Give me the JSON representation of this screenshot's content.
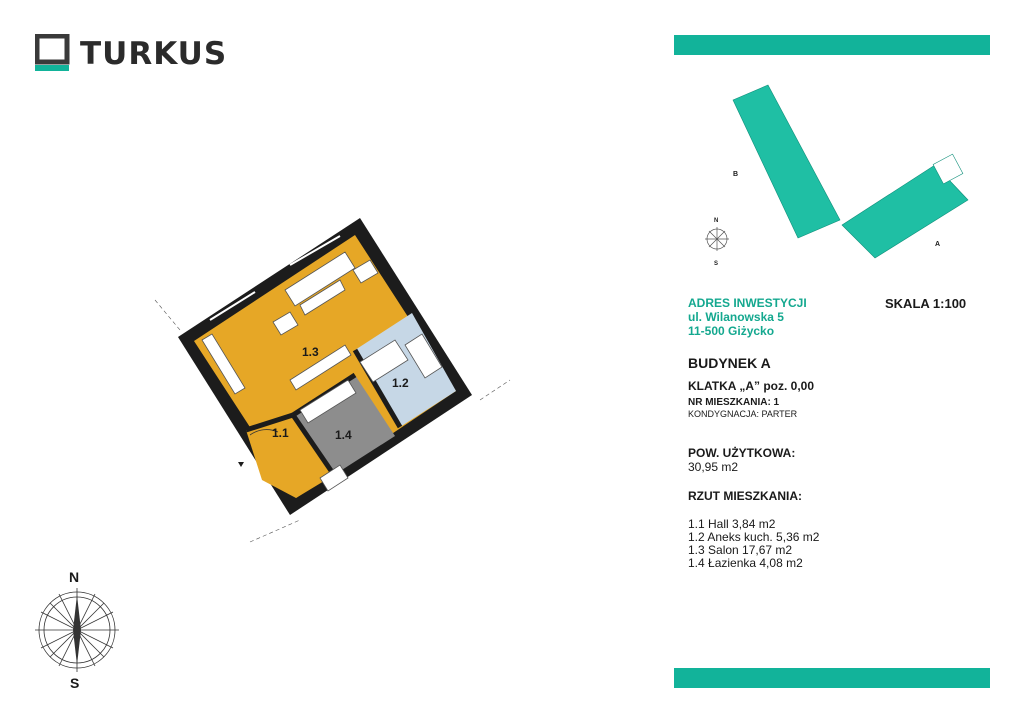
{
  "brand": {
    "name": "TURKUS"
  },
  "address": {
    "heading": "ADRES INWESTYCJI",
    "street": "ul. Wilanowska 5",
    "city": "11-500 Giżycko"
  },
  "scale": "SKALA 1:100",
  "building": "BUDYNEK A",
  "stairwell": "KLATKA „A” poz. 0,00",
  "apartment_no": "NR MIESZKANIA: 1",
  "storey": "KONDYGNACJA: PARTER",
  "usable_area": {
    "label": "POW. UŻYTKOWA:",
    "value": "30,95 m2"
  },
  "rooms_heading": "RZUT MIESZKANIA:",
  "rooms": [
    "1.1 Hall 3,84 m2",
    "1.2 Aneks kuch. 5,36 m2",
    "1.3 Salon 17,67 m2",
    "1.4 Łazienka 4,08 m2"
  ],
  "plan_labels": {
    "r11": "1.1",
    "r12": "1.2",
    "r13": "1.3",
    "r14": "1.4"
  },
  "site_plan": {
    "label_a": "A",
    "label_b": "B",
    "north": "N",
    "south": "S"
  },
  "compass": {
    "north": "N",
    "south": "S"
  },
  "colors": {
    "teal": "#12b39a",
    "salon": "#e6a726",
    "kitchen": "#c6d7e6",
    "bath": "#8d8d8d",
    "wall": "#1c1c1c"
  }
}
